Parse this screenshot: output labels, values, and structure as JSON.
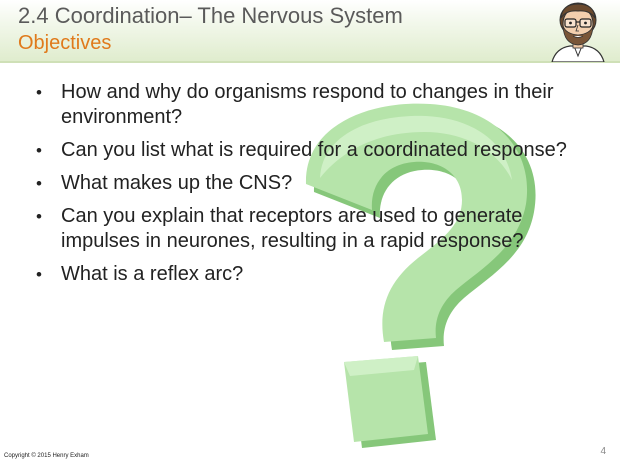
{
  "slide": {
    "title": "2.4  Coordination– The Nervous System",
    "subtitle": "Objectives",
    "bullets": [
      "How and why do organisms respond to changes in their environment?",
      "Can you list what is required for a coordinated response?",
      "What makes up the CNS?",
      "Can you explain that receptors are used to generate impulses in neurones, resulting in a rapid response?",
      "What is a reflex arc?"
    ],
    "page_number": "4",
    "copyright": "Copyright © 2015 Henry Exham"
  },
  "colors": {
    "title": "#5a5a5a",
    "subtitle": "#e07a1b",
    "header_band": "#dfeccd",
    "question_mark": "#a9dba0"
  },
  "icons": {
    "avatar": "cartoon-face-icon",
    "background": "question-mark-icon"
  }
}
